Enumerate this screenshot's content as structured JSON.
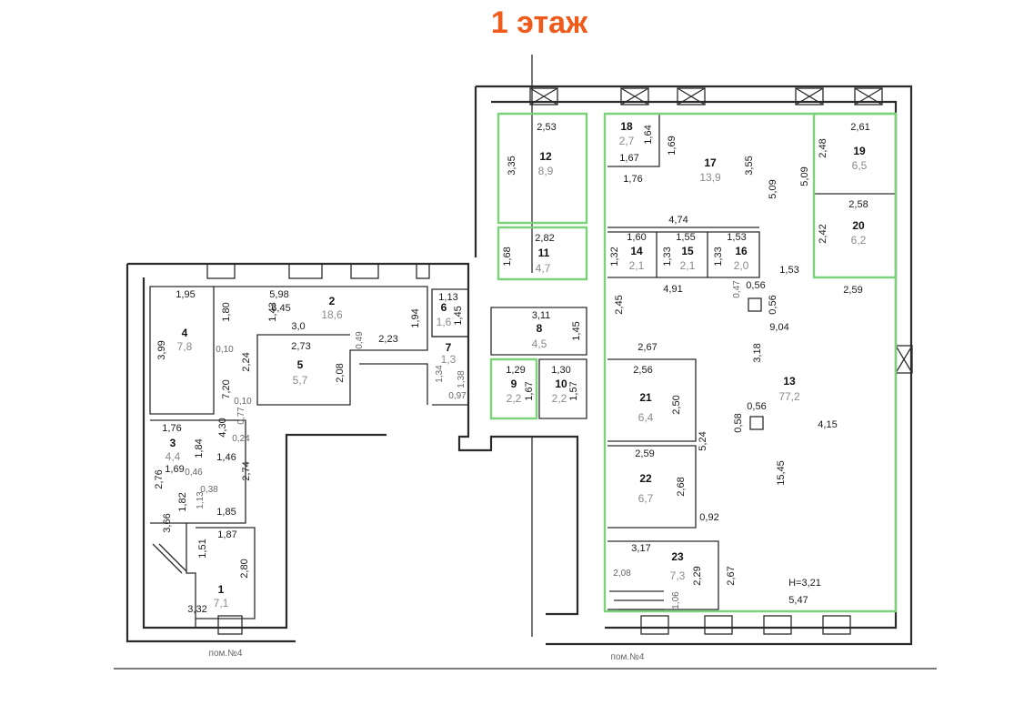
{
  "title": "1 этаж",
  "colors": {
    "title": "#f05a1a",
    "wall": "#2b2b2b",
    "highlight": "#7cd27a",
    "area_text": "#8a8a8a"
  },
  "rooms": [
    {
      "num": "1",
      "area": "7,1"
    },
    {
      "num": "2",
      "area": "18,6"
    },
    {
      "num": "3",
      "area": "4,4"
    },
    {
      "num": "4",
      "area": "7,8"
    },
    {
      "num": "5",
      "area": "5,7"
    },
    {
      "num": "6",
      "area": "1,6"
    },
    {
      "num": "7",
      "area": "1,3"
    },
    {
      "num": "8",
      "area": "4,5"
    },
    {
      "num": "9",
      "area": "2,2"
    },
    {
      "num": "10",
      "area": "2,2"
    },
    {
      "num": "11",
      "area": "4,7"
    },
    {
      "num": "12",
      "area": "8,9"
    },
    {
      "num": "13",
      "area": "77,2"
    },
    {
      "num": "14",
      "area": "2,1"
    },
    {
      "num": "15",
      "area": "2,1"
    },
    {
      "num": "16",
      "area": "2,0"
    },
    {
      "num": "17",
      "area": "13,9"
    },
    {
      "num": "18",
      "area": "2,7"
    },
    {
      "num": "19",
      "area": "6,5"
    },
    {
      "num": "20",
      "area": "6,2"
    },
    {
      "num": "21",
      "area": "6,4"
    },
    {
      "num": "22",
      "area": "6,7"
    },
    {
      "num": "23",
      "area": "7,3"
    }
  ],
  "dimensions": [
    "2,53",
    "3,35",
    "1,64",
    "1,69",
    "1,67",
    "3,55",
    "1,76",
    "5,09",
    "5,09",
    "2,48",
    "2,61",
    "2,82",
    "1,68",
    "4,74",
    "1,60",
    "1,55",
    "1,53",
    "1,32",
    "1,33",
    "1,33",
    "2,58",
    "2,42",
    "4,91",
    "1,53",
    "2,59",
    "0,47",
    "0,56",
    "0,56",
    "2,45",
    "9,04",
    "1,95",
    "5,98",
    "1,13",
    "1,80",
    "6,45",
    "1,43",
    "1,94",
    "1,45",
    "3,11",
    "1,45",
    "3,99",
    "0,10",
    "3,0",
    "0,49",
    "2,23",
    "2,73",
    "2,24",
    "2,08",
    "1,34",
    "1,38",
    "0,97",
    "7,20",
    "0,10",
    "0,77",
    "1,29",
    "1,30",
    "1,67",
    "1,57",
    "2,67",
    "3,18",
    "2,56",
    "2,50",
    "0,56",
    "0,58",
    "1,76",
    "4,30",
    "0,24",
    "1,84",
    "1,69",
    "1,46",
    "0,46",
    "2,74",
    "2,76",
    "0,38",
    "1,13",
    "1,82",
    "3,66",
    "1,85",
    "1,87",
    "1,51",
    "2,80",
    "3,32",
    "5,24",
    "4,15",
    "2,59",
    "2,68",
    "15,45",
    "0,92",
    "3,17",
    "2,29",
    "2,67",
    "2,08",
    "1,06",
    "5,47",
    "H=3,21"
  ],
  "notes": [
    "пом.№4",
    "пом.№4"
  ]
}
